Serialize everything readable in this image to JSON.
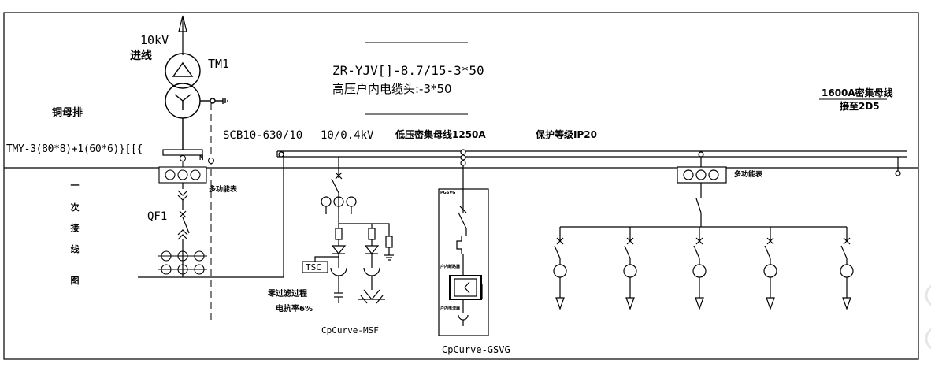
{
  "incoming": {
    "voltage": "10kV",
    "label": "进线"
  },
  "transformer": {
    "tag": "TM1",
    "model": "SCB10-630/10",
    "ratio": "10/0.4kV"
  },
  "copper_busbar": {
    "title": "铜母排",
    "spec": "TMY-3(80*8)+1(60*6)}[[{"
  },
  "cable": {
    "spec": "ZR-YJV[]-8.7/15-3*50",
    "head": "高压户内电缆头:-3*50"
  },
  "low_voltage_bus": {
    "label": "低压密集母线1250A",
    "protection": "保护等级IP20"
  },
  "busway_1600": {
    "title": "1600A密集母线",
    "connect": "接至2D5"
  },
  "neutral_label": "N",
  "multifunction_meter_1": "多功能表",
  "multifunction_meter_2": "多功能表",
  "breaker": {
    "tag": "QF1"
  },
  "side_title": [
    "一",
    "次",
    "接",
    "线",
    "图"
  ],
  "tsc_label": "TSC",
  "msf": {
    "note_line1": "零过滤过程",
    "note_line2": "电抗率6%",
    "caption": "CpCurve-MSF"
  },
  "gsvg": {
    "caption": "CpCurve-GSVG",
    "tag_top": "PGSVG",
    "tag_mid": "户内断路器",
    "tag_bottom": "户内电流器"
  },
  "colors": {
    "line": "#000000",
    "background": "#ffffff"
  }
}
